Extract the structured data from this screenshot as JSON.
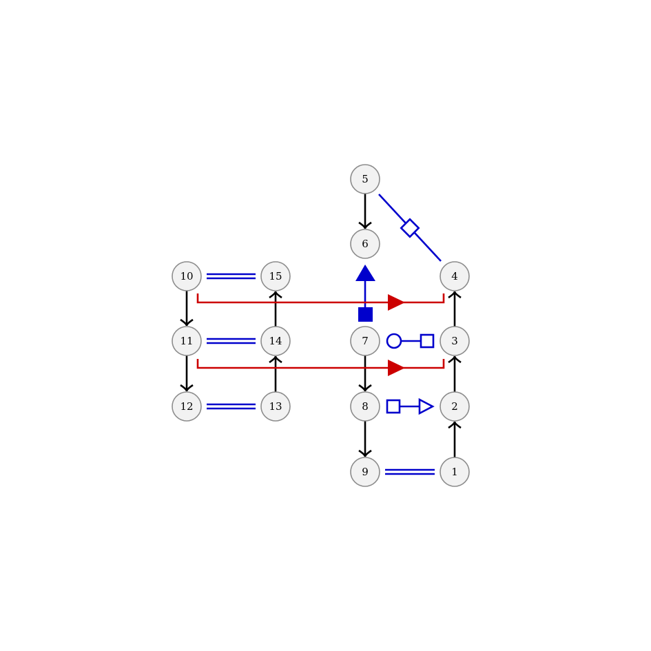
{
  "colors": {
    "node_fill": "#f2f2f2",
    "node_stroke": "#8c8c8c",
    "arrow_black": "#000000",
    "relation_blue": "#0000cc",
    "relation_red": "#cc0000"
  },
  "nodes": [
    {
      "id": "n1",
      "label": "1"
    },
    {
      "id": "n2",
      "label": "2"
    },
    {
      "id": "n3",
      "label": "3"
    },
    {
      "id": "n4",
      "label": "4"
    },
    {
      "id": "n5",
      "label": "5"
    },
    {
      "id": "n6",
      "label": "6"
    },
    {
      "id": "n7",
      "label": "7"
    },
    {
      "id": "n8",
      "label": "8"
    },
    {
      "id": "n9",
      "label": "9"
    },
    {
      "id": "n10",
      "label": "10"
    },
    {
      "id": "n11",
      "label": "11"
    },
    {
      "id": "n12",
      "label": "12"
    },
    {
      "id": "n13",
      "label": "13"
    },
    {
      "id": "n14",
      "label": "14"
    },
    {
      "id": "n15",
      "label": "15"
    }
  ],
  "arrows": [
    {
      "from": "5",
      "to": "6"
    },
    {
      "from": "1",
      "to": "2"
    },
    {
      "from": "2",
      "to": "3"
    },
    {
      "from": "3",
      "to": "4"
    },
    {
      "from": "7",
      "to": "8"
    },
    {
      "from": "8",
      "to": "9"
    },
    {
      "from": "10",
      "to": "11"
    },
    {
      "from": "11",
      "to": "12"
    },
    {
      "from": "13",
      "to": "14"
    },
    {
      "from": "14",
      "to": "15"
    }
  ],
  "relations": [
    {
      "between": [
        "10",
        "15"
      ],
      "style": "double-line"
    },
    {
      "between": [
        "11",
        "14"
      ],
      "style": "double-line"
    },
    {
      "between": [
        "12",
        "13"
      ],
      "style": "double-line"
    },
    {
      "between": [
        "9",
        "1"
      ],
      "style": "double-line"
    },
    {
      "between": [
        "5",
        "4"
      ],
      "style": "diamond-line"
    },
    {
      "between": [
        "7",
        "3"
      ],
      "style": "circle-square"
    },
    {
      "between": [
        "8",
        "2"
      ],
      "style": "square-open-triangle"
    },
    {
      "between": [
        "7",
        "6"
      ],
      "style": "filled-square-filled-triangle"
    },
    {
      "between": [
        "10",
        "4"
      ],
      "style": "red-bracket-arrow"
    },
    {
      "between": [
        "11",
        "3"
      ],
      "style": "red-bracket-arrow"
    }
  ]
}
